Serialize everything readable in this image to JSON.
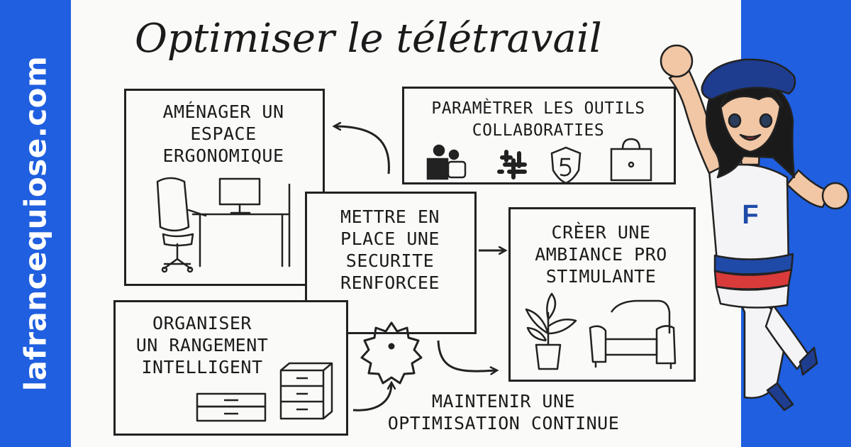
{
  "brand": {
    "site": "lafrancequiose.com"
  },
  "diagram": {
    "title": "Optimiser le télétravail",
    "nodes": {
      "amenager": {
        "lines": [
          "AMÉNAGER UN",
          "ESPACE",
          "ERGONOMIQUE"
        ]
      },
      "parametrer": {
        "lines": [
          "PARAMÈTRER LES OUTILS",
          "COLLABORATIES"
        ]
      },
      "securite": {
        "lines": [
          "METTRE EN",
          "PLACE UNE",
          "SECURITE",
          "RENFORCEE"
        ]
      },
      "ambiance": {
        "lines": [
          "CRÈER UNE",
          "AMBIANCE PRO",
          "STIMULANTE"
        ]
      },
      "rangement": {
        "lines": [
          "ORGANISER",
          "UN RANGEMENT",
          "INTELLIGENT"
        ]
      },
      "optimisation": {
        "lines": [
          "MAINTENIR UNE",
          "OPTIMISATION CONTINUE"
        ]
      }
    },
    "icons": [
      "office-chair-desk-icon",
      "teams-icon",
      "slack-icon",
      "shield-icon",
      "lock-icon",
      "gear-icon",
      "filing-cabinet-icon",
      "plant-icon",
      "armchair-icon"
    ],
    "mascot": {
      "shirt_letter": "F"
    }
  },
  "colors": {
    "brand_blue": "#1f5fe0",
    "paper": "#fafaf8",
    "ink": "#222222",
    "hat_blue": "#1f4aa8",
    "stripe_red": "#d93b3b"
  }
}
